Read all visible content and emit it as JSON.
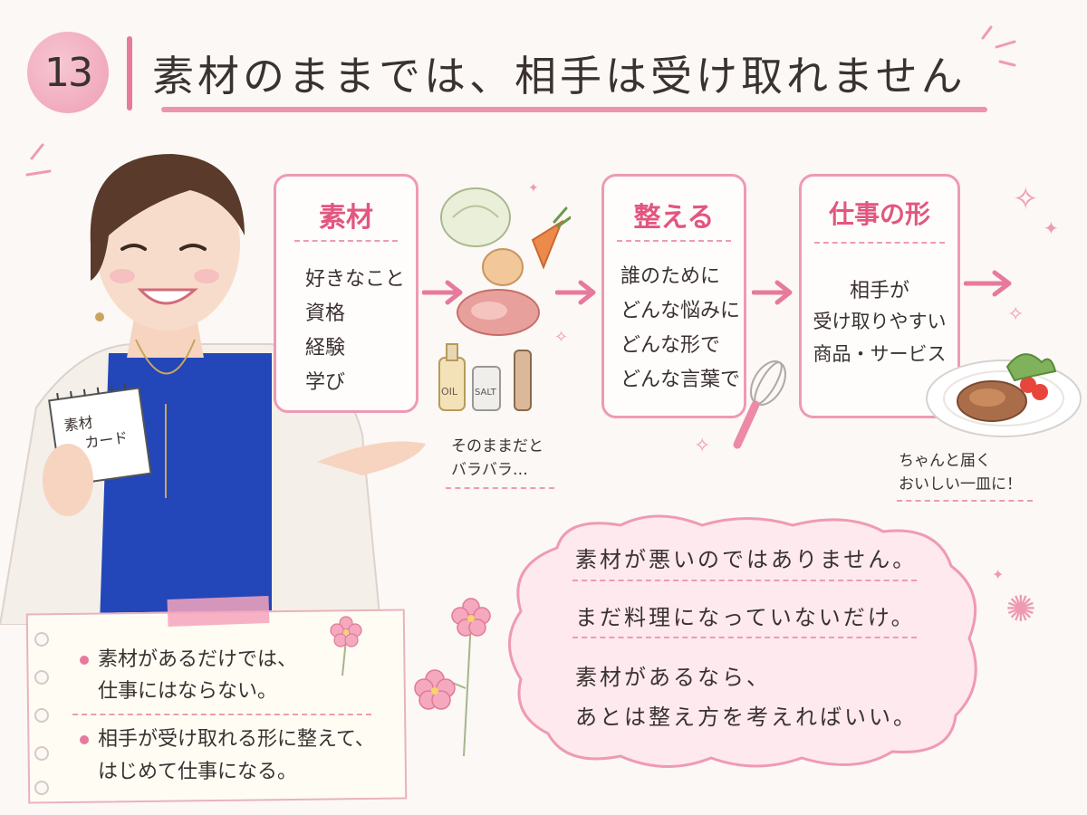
{
  "header": {
    "number": "13",
    "title": "素材のままでは、相手は受け取れません"
  },
  "flow": {
    "material": {
      "title": "素材",
      "items": [
        "好きなこと",
        "資格",
        "経験",
        "学び"
      ]
    },
    "arrange": {
      "title": "整える",
      "items": [
        "誰のために",
        "どんな悩みに",
        "どんな形で",
        "どんな言葉で"
      ]
    },
    "work_form": {
      "title": "仕事の形",
      "items": [
        "相手が",
        "受け取りやすい",
        "商品・サービス"
      ]
    }
  },
  "illustration": {
    "card_label_line1": "素材",
    "card_label_line2": "カード",
    "oil_label": "OIL",
    "salt_label": "SALT",
    "scattered_caption": [
      "そのままだと",
      "バラバラ…"
    ],
    "dish_caption": [
      "ちゃんと届く",
      "おいしい一皿に！"
    ]
  },
  "cloud": {
    "line1": "素材が悪いのではありません。",
    "line2": "まだ料理になっていないだけ。",
    "line3": "素材があるなら、",
    "line4": "あとは整え方を考えればいい。"
  },
  "note": {
    "bullet1_line1": "素材があるだけでは、",
    "bullet1_line2": "仕事にはならない。",
    "bullet2_line1": "相手が受け取れる形に整えて、",
    "bullet2_line2": "はじめて仕事になる。"
  },
  "colors": {
    "accent": "#e2567f",
    "pink": "#ef9ab4",
    "blouse": "#2346b8",
    "text": "#3a3230"
  }
}
